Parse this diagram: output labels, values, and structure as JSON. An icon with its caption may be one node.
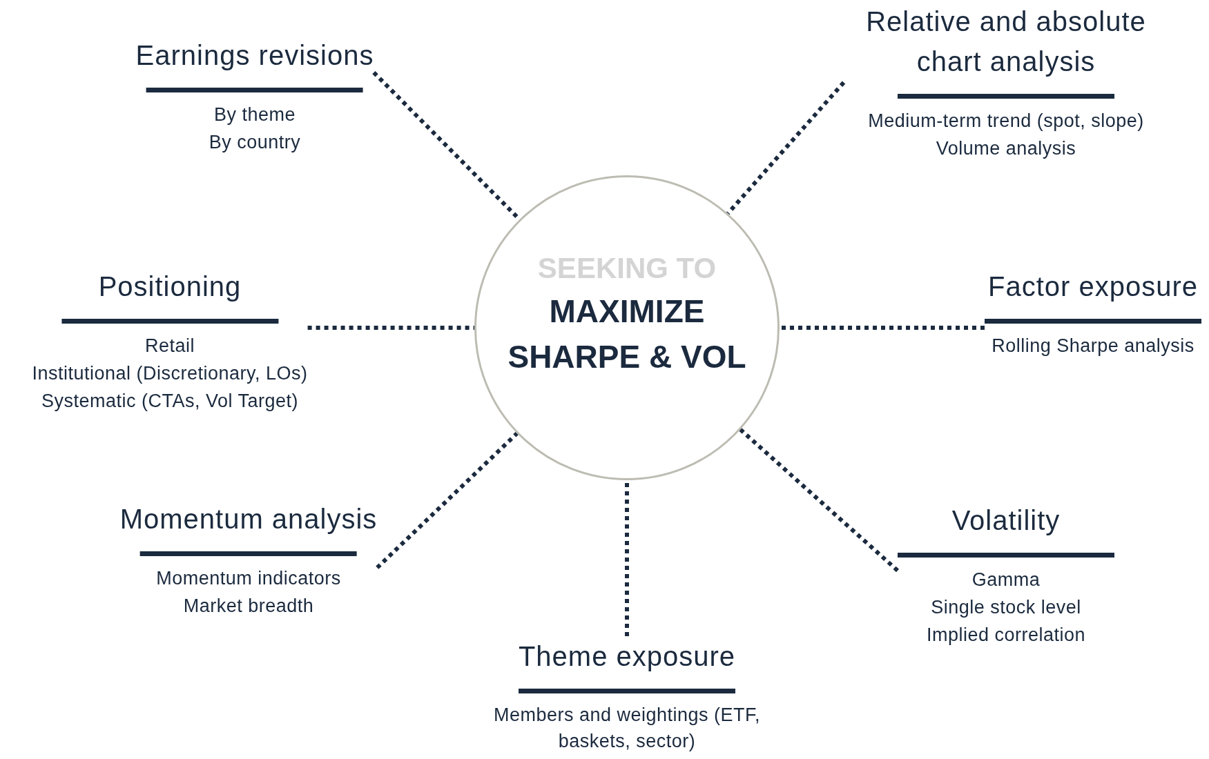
{
  "diagram": {
    "nodes": [
      {
        "text": [
          "SEEKING TO",
          "MAXIMIZE SHARPE & VOL"
        ]
      },
      {
        "text": [
          "Earnings revisions",
          "By theme",
          "By country"
        ]
      },
      {
        "text": [
          "Relative and absolute chart analysis",
          "Medium-term trend (spot, slope)",
          "Volume analysis"
        ]
      },
      {
        "text": [
          "Positioning",
          "Retail",
          "Institutional (Discretionary, LOs)",
          "Systematic (CTAs, Vol Target)"
        ]
      },
      {
        "text": [
          "Factor exposure",
          "Rolling Sharpe analysis"
        ]
      },
      {
        "text": [
          "Momentum analysis",
          "Momentum indicators",
          "Market breadth"
        ]
      },
      {
        "text": [
          "Volatility",
          "Gamma",
          "Single stock level",
          "Implied correlation"
        ]
      },
      {
        "text": [
          "Theme exposure",
          "Members and weightings (ETF, baskets, sector)"
        ]
      }
    ],
    "edges": [
      {
        "from": 1,
        "to": 0,
        "arrow": "none",
        "style": "dashed"
      },
      {
        "from": 2,
        "to": 0,
        "arrow": "none",
        "style": "dashed"
      },
      {
        "from": 3,
        "to": 0,
        "arrow": "none",
        "style": "dashed"
      },
      {
        "from": 4,
        "to": 0,
        "arrow": "none",
        "style": "dashed"
      },
      {
        "from": 5,
        "to": 0,
        "arrow": "none",
        "style": "dashed"
      },
      {
        "from": 6,
        "to": 0,
        "arrow": "none",
        "style": "dashed"
      },
      {
        "from": 7,
        "to": 0,
        "arrow": "none",
        "style": "dashed"
      }
    ]
  }
}
